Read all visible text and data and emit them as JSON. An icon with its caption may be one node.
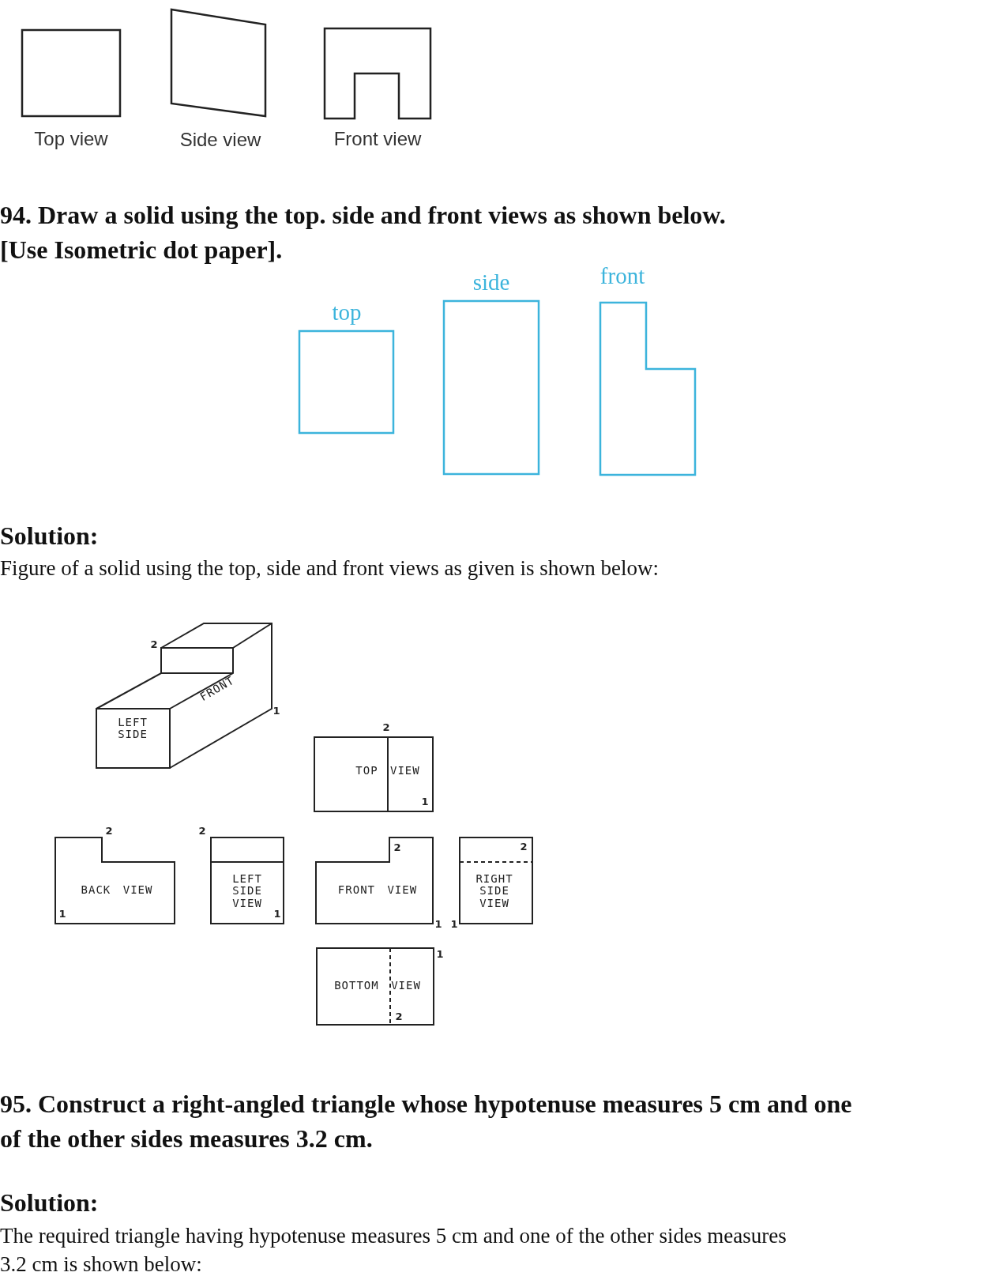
{
  "diagram": {
    "nodes": [
      {
        "text": [
          "Top view"
        ]
      },
      {
        "text": [
          "Side view"
        ]
      },
      {
        "text": [
          "Front view"
        ]
      },
      {
        "text": [
          "top"
        ]
      },
      {
        "text": [
          "side"
        ]
      },
      {
        "text": [
          "front"
        ]
      },
      {
        "text": [
          "2",
          "LEFT SIDE",
          "FRONT"
        ],
        "beside": [
          "1"
        ]
      },
      {
        "text": [
          "TOP VIEW",
          "1"
        ],
        "beside": [
          "2"
        ]
      },
      {
        "text": [
          "BACK VIEW",
          "1"
        ],
        "beside": [
          "2"
        ]
      },
      {
        "text": [
          "LEFT SIDE VIEW",
          "1"
        ],
        "beside": [
          "2"
        ]
      },
      {
        "text": [
          "2",
          "FRONT VIEW"
        ],
        "beside": [
          "1"
        ]
      },
      {
        "text": [
          "2",
          "RIGHT SIDE VIEW"
        ],
        "beside": [
          "1"
        ]
      },
      {
        "text": [
          "BOTTOM VIEW",
          "2"
        ],
        "beside": [
          "1"
        ]
      }
    ],
    "edges": [],
    "labels": [
      "94. Draw a solid using the top. side and front views as shown below. [Use Isometric dot paper].",
      "Solution:",
      "Figure of a solid using the top, side and front views as given is shown below:",
      "95. Construct a right-angled triangle whose hypotenuse measures 5 cm and one of the other sides measures 3.2 cm.",
      "Solution:",
      "The required triangle having hypotenuse measures 5 cm and one of the other sides measures 3.2 cm is shown below:"
    ]
  }
}
